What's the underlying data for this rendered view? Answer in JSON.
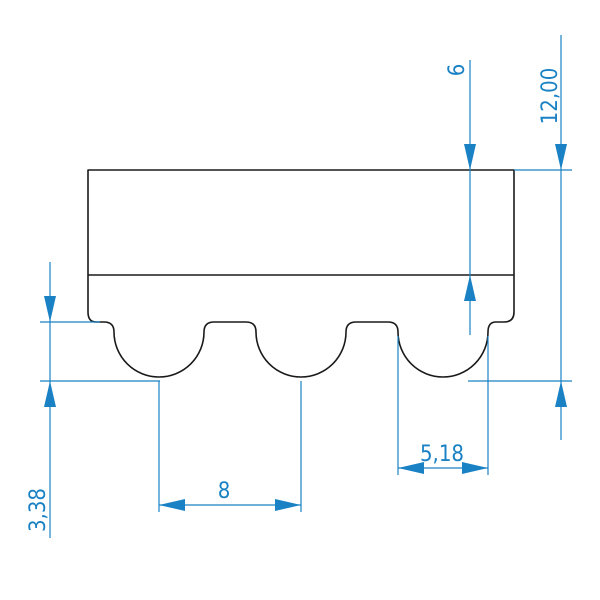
{
  "drawing": {
    "line_color": "#1a1a1a",
    "dimension_color": "#1a82c4",
    "dimensions": {
      "total_height": "12,00",
      "belt_thickness": "6",
      "tooth_depth": "3,38",
      "pitch": "8",
      "tooth_width": "5,18"
    }
  }
}
